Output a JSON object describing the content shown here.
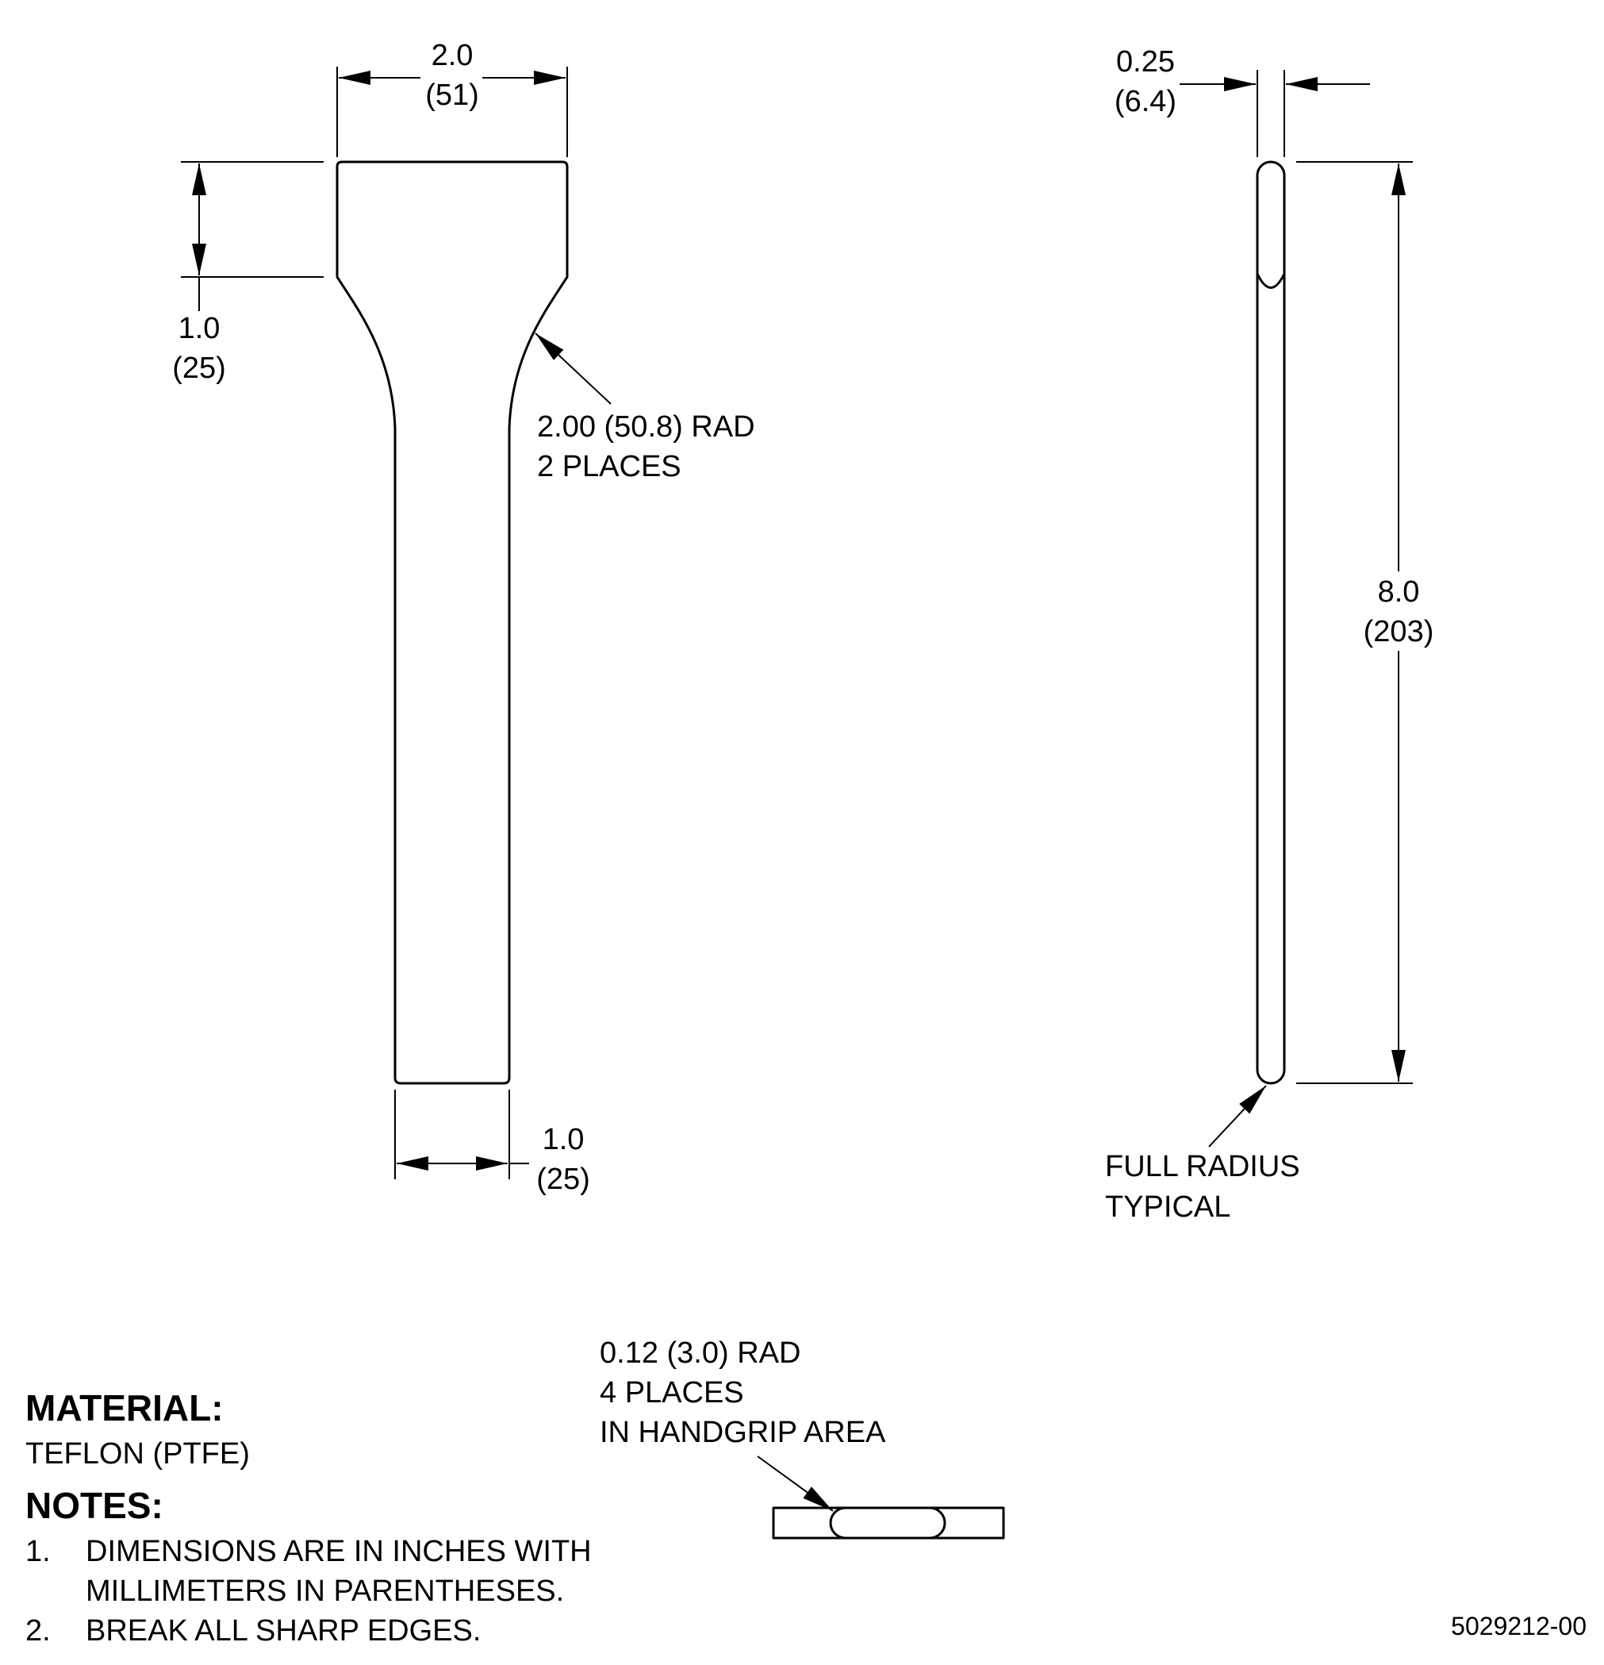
{
  "dimensions": {
    "top_width": {
      "in": "2.0",
      "mm": "(51)"
    },
    "head_height": {
      "in": "1.0",
      "mm": "(25)"
    },
    "shaft_width": {
      "in": "1.0",
      "mm": "(25)"
    },
    "fillet_radius": {
      "line1": "2.00 (50.8) RAD",
      "line2": "2 PLACES"
    },
    "thickness": {
      "in": "0.25",
      "mm": "(6.4)"
    },
    "length": {
      "in": "8.0",
      "mm": "(203)"
    },
    "full_radius": {
      "line1": "FULL RADIUS",
      "line2": "TYPICAL"
    },
    "edge_radius": {
      "line1": "0.12 (3.0) RAD",
      "line2": "4 PLACES",
      "line3": "IN HANDGRIP AREA"
    }
  },
  "material": {
    "heading": "MATERIAL:",
    "value": "TEFLON (PTFE)"
  },
  "notes": {
    "heading": "NOTES:",
    "items": [
      {
        "num": "1.",
        "line1": "DIMENSIONS ARE IN INCHES WITH",
        "line2": "MILLIMETERS IN PARENTHESES."
      },
      {
        "num": "2.",
        "line1": "BREAK ALL SHARP EDGES."
      }
    ]
  },
  "drawing_number": "5029212-00"
}
